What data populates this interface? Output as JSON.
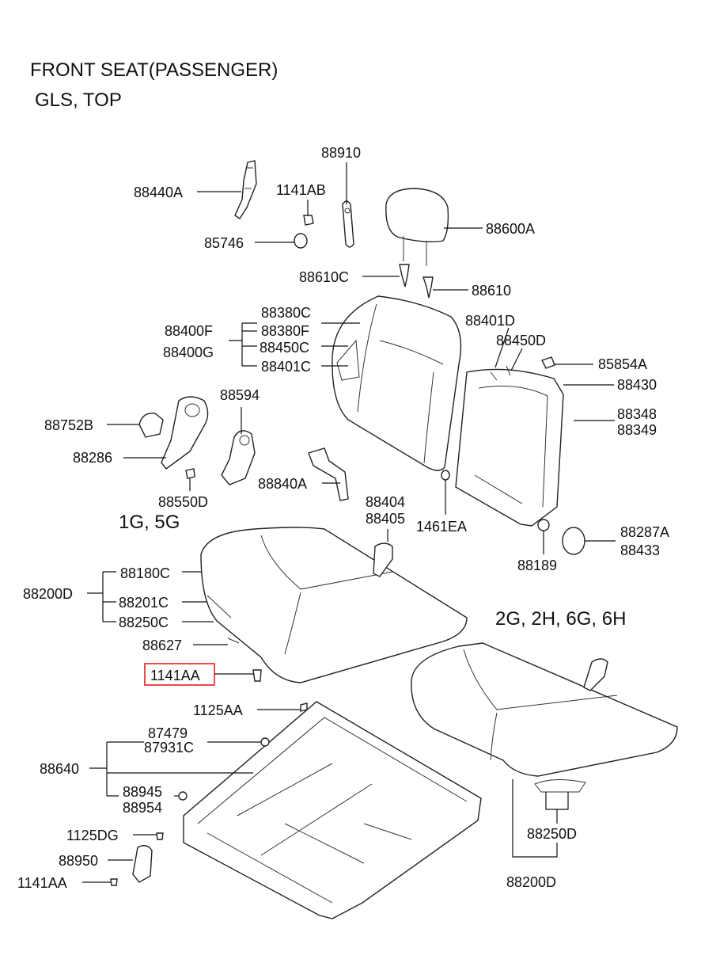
{
  "header": {
    "title": "FRONT SEAT(PASSENGER)",
    "subtitle": "GLS, TOP"
  },
  "groups": {
    "g1": "1G, 5G",
    "g2": "2G, 2H, 6G, 6H"
  },
  "labels": {
    "p88910": "88910",
    "p88440A": "88440A",
    "p1141AB": "1141AB",
    "p85746": "85746",
    "p88600A": "88600A",
    "p88610C": "88610C",
    "p88610": "88610",
    "p88380C": "88380C",
    "p88380F": "88380F",
    "p88400F": "88400F",
    "p88400G": "88400G",
    "p88450C": "88450C",
    "p88401C": "88401C",
    "p88401D": "88401D",
    "p88450D": "88450D",
    "p85854A": "85854A",
    "p88430": "88430",
    "p88348": "88348",
    "p88349": "88349",
    "p88594": "88594",
    "p88752B": "88752B",
    "p88286": "88286",
    "p88550D": "88550D",
    "p88840A": "88840A",
    "p88404": "88404",
    "p88405": "88405",
    "p1461EA": "1461EA",
    "p88287A": "88287A",
    "p88433": "88433",
    "p88189": "88189",
    "p88180C": "88180C",
    "p88200D": "88200D",
    "p88201C": "88201C",
    "p88250C": "88250C",
    "p88627": "88627",
    "p1141AA": "1141AA",
    "p1125AA": "1125AA",
    "p87479": "87479",
    "p87931C": "87931C",
    "p88640": "88640",
    "p88945": "88945",
    "p88954": "88954",
    "p1125DG": "1125DG",
    "p88950": "88950",
    "p1141AA_b": "1141AA",
    "p88250D": "88250D",
    "p88200D_b": "88200D"
  },
  "highlight": {
    "part": "1141AA",
    "color": "#e02020"
  }
}
